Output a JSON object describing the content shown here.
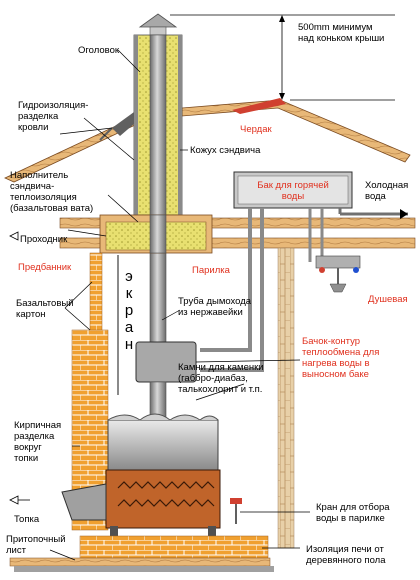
{
  "labels": {
    "chimney_height": "500mm минимум\nнад коньком крыши",
    "cap": "Оголовок",
    "roof_waterproofing": "Гидроизоляция-\nразделка\nкровли",
    "attic": "Чердак",
    "sandwich_casing": "Кожух сэндвича",
    "sandwich_filler": "Наполнитель\nсэндвича-\nтеплоизоляция\n(базальтовая вата)",
    "hot_water_tank": "Бак для горячей\nводы",
    "cold_water": "Холодная\nвода",
    "passage": "Проходник",
    "dressing_room": "Предбанник",
    "steam_room": "Парилка",
    "shower": "Душевая",
    "screen": "экран",
    "basalt_board": "Базальтовый\nкартон",
    "flue_pipe": "Труба дымохода\nиз нержавейки",
    "tank_heat_exchanger": "Бачок-контур\nтеплообмена для\nнагрева воды в\nвыносном баке",
    "heater_stones": "Камни для каменки\n(габбро-диабаз,\nталькохлорит и т.п.",
    "brick_firebox": "Кирпичная\nразделка\nвокруг\nтопки",
    "firebox": "Топка",
    "water_tap": "Кран для отбора\nводы в парилке",
    "floor_sheet": "Притопочный\nлист",
    "floor_insulation": "Изоляция печи от\nдеревянного пола"
  },
  "colors": {
    "accent_red": "#e0301e",
    "steel": "#9a9a9a",
    "steel_dark": "#6a6a6a",
    "insulation": "#e8e070",
    "brick": "#f0a030",
    "wood": "#e8b878",
    "stove_body": "#c0642a",
    "tank_grey": "#c8c8c8"
  }
}
